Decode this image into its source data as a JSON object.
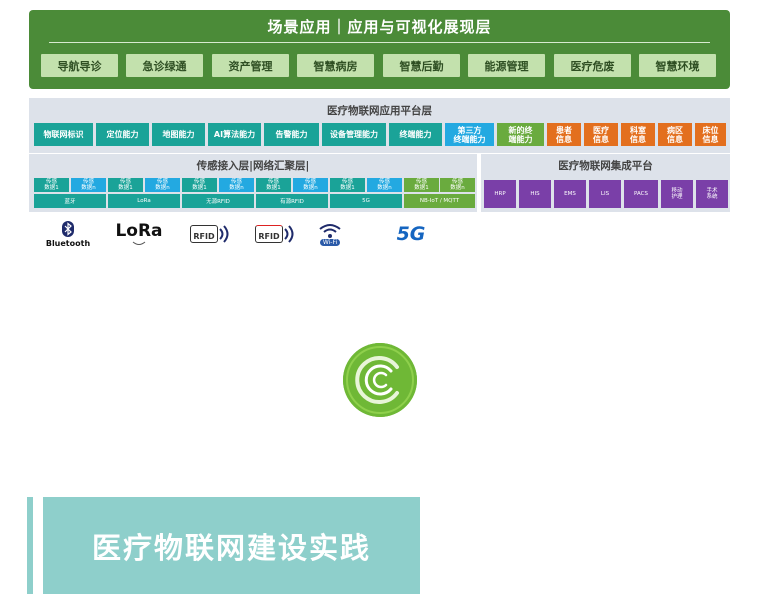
{
  "scene": {
    "title": "场景应用｜应用与可视化展现层",
    "buttons": [
      "导航导诊",
      "急诊绿通",
      "资产管理",
      "智慧病房",
      "智慧后勤",
      "能源管理",
      "医疗危废",
      "智慧环境"
    ]
  },
  "platform": {
    "title": "医疗物联网应用平台层",
    "capabilities": [
      "物联网标识",
      "定位能力",
      "地图能力",
      "AI算法能力",
      "告警能力",
      "设备管理能力",
      "终端能力"
    ],
    "third_party": "第三方\n终端能力",
    "new_terminal": "新的终\n端能力",
    "info": [
      "患者\n信息",
      "医疗\n信息",
      "科室\n信息",
      "病区\n信息",
      "床位\n信息"
    ]
  },
  "sensing": {
    "title": "传感接入层|网络汇聚层|",
    "cells": [
      "传感\n数据1",
      "传感\n数据n",
      "传感\n数据1",
      "传感\n数据n",
      "传感\n数据1",
      "传感\n数据n",
      "传感\n数据1",
      "传感\n数据n",
      "传感\n数据1",
      "传感\n数据n",
      "传感\n数据1",
      "传感\n数据n"
    ],
    "networks": [
      "蓝牙",
      "LoRa",
      "无源RFID",
      "有源RFID",
      "5G",
      "NB-IoT / MQTT"
    ]
  },
  "integration": {
    "title": "医疗物联网集成平台",
    "systems": [
      "HRP",
      "HIS",
      "EMS",
      "LIS",
      "PACS",
      "移动\n护理",
      "手术\n系统"
    ]
  },
  "logos": {
    "bluetooth": "Bluetooth",
    "lora": "LoRa",
    "rfid_passive": "RFID",
    "rfid_active": "RFID",
    "wifi": "Wi-Fi",
    "fiveg": "5G"
  },
  "heading": "医疗物联网建设实践",
  "colors": {
    "scene_green": "#4b8b38",
    "scene_button": "#c3e1ad",
    "teal": "#1aa398",
    "blue": "#23a9e1",
    "green": "#6aab3e",
    "orange": "#e36f1e",
    "purple": "#7a3fa8",
    "heading_bg": "#8ecfcb"
  }
}
